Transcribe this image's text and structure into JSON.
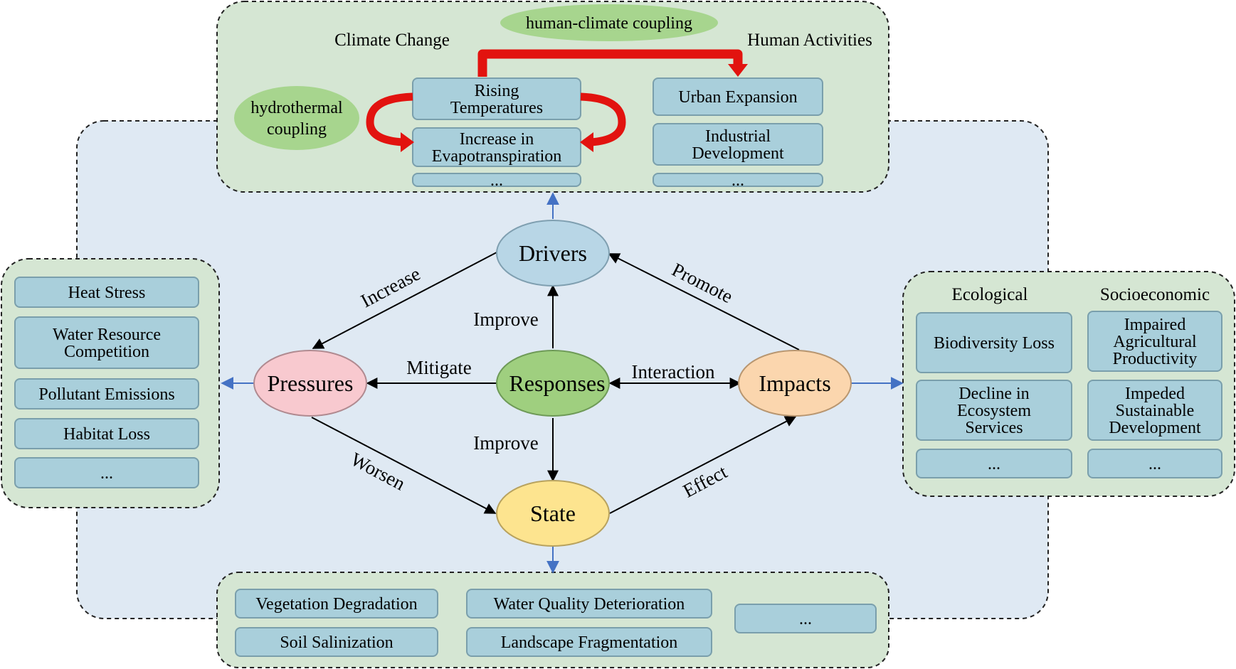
{
  "colors": {
    "panel_fill": "#d5e6d3",
    "center_fill": "#dfe9f3",
    "item_fill": "#a9cfdb",
    "item_stroke": "#7a9fac",
    "ellipse_green": "#a7d58e",
    "drivers_fill": "#b8d6e6",
    "pressures_fill": "#f8c9cf",
    "responses_fill": "#9fcf7f",
    "impacts_fill": "#fbd6ae",
    "state_fill": "#fde48f",
    "red_arrow": "#e2130f",
    "blue_arrow": "#4472c4"
  },
  "top_panel": {
    "climate_label": "Climate Change",
    "human_label": "Human Activities",
    "coupling_hc": "human-climate coupling",
    "coupling_ht": [
      "hydrothermal",
      "coupling"
    ],
    "climate_items": [
      [
        "Rising",
        "Temperatures"
      ],
      [
        "Increase in",
        "Evapotranspiration"
      ],
      [
        "..."
      ]
    ],
    "human_items": [
      [
        "Urban Expansion"
      ],
      [
        "Industrial",
        "Development"
      ],
      [
        "..."
      ]
    ]
  },
  "left_panel": {
    "items": [
      [
        "Heat Stress"
      ],
      [
        "Water Resource",
        "Competition"
      ],
      [
        "Pollutant Emissions"
      ],
      [
        "Habitat Loss"
      ],
      [
        "..."
      ]
    ]
  },
  "right_panel": {
    "ecological_label": "Ecological",
    "socioeconomic_label": "Socioeconomic",
    "ecological_items": [
      [
        "Biodiversity Loss"
      ],
      [
        "Decline in",
        "Ecosystem",
        "Services"
      ],
      [
        "..."
      ]
    ],
    "socioeconomic_items": [
      [
        "Impaired",
        "Agricultural",
        "Productivity"
      ],
      [
        "Impeded",
        "Sustainable",
        "Development"
      ],
      [
        "..."
      ]
    ]
  },
  "bottom_panel": {
    "items": [
      [
        "Vegetation Degradation"
      ],
      [
        "Soil Salinization"
      ],
      [
        "Water Quality Deterioration"
      ],
      [
        "Landscape Fragmentation"
      ],
      [
        "..."
      ]
    ]
  },
  "nodes": {
    "drivers": "Drivers",
    "pressures": "Pressures",
    "responses": "Responses",
    "impacts": "Impacts",
    "state": "State"
  },
  "edges": {
    "increase": "Increase",
    "promote": "Promote",
    "improve_up": "Improve",
    "mitigate": "Mitigate",
    "interaction": "Interaction",
    "improve_down": "Improve",
    "worsen": "Worsen",
    "effect": "Effect"
  }
}
